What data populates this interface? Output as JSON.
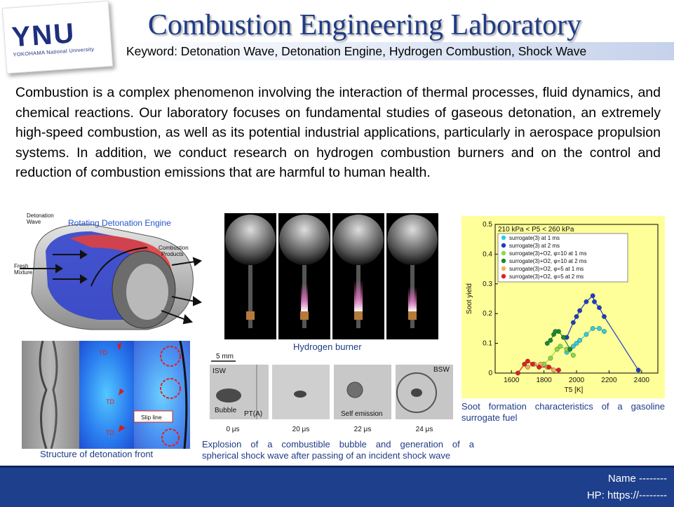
{
  "logo": {
    "text": "YNU",
    "subtitle": "YOKOHAMA National University"
  },
  "header": {
    "title": "Combustion Engineering Laboratory",
    "keywords": "Keyword: Detonation Wave, Detonation Engine, Hydrogen Combustion, Shock Wave"
  },
  "intro": "Combustion is a complex phenomenon involving the interaction of thermal processes, fluid dynamics, and chemical reactions. Our laboratory focuses on fundamental studies of gaseous detonation, an extremely high-speed combustion, as well as its potential industrial applications, particularly in aerospace propulsion systems. In addition, we conduct research on hydrogen combustion burners and on the control and reduction of combustion emissions that are harmful to human health.",
  "rde": {
    "title": "Rotating Detonation Engine",
    "label_detonation": "Detonation",
    "label_wave": "Wave",
    "label_fresh": "Fresh",
    "label_mixture": "Mixture",
    "label_combustion": "Combustion",
    "label_products": "Products"
  },
  "front": {
    "caption": "Structure of detonation front",
    "slip_line": "Slip line",
    "td1": "TD",
    "td2": "TD",
    "td3": "TD"
  },
  "hydrogen": {
    "caption": "Hydrogen burner"
  },
  "bubble": {
    "caption_line1": "Explosion of a combustible bubble and generation of a",
    "caption_line2": "spherical shock wave after passing of an incident shock wave",
    "scale": "5 mm",
    "isw": "ISW",
    "bubble_label": "Bubble",
    "pt": "PT(A)",
    "self_emission": "Self emission",
    "bsw": "BSW",
    "times": [
      "0 μs",
      "20 μs",
      "22 μs",
      "24 μs"
    ]
  },
  "soot": {
    "caption_line1": "Soot formation characteristics of a gasoline",
    "caption_line2": "surrogate fuel"
  },
  "chart_data": {
    "type": "scatter",
    "title": "210 kPa < P5 < 260 kPa",
    "xlabel": "T5 [K]",
    "ylabel": "Soot yield",
    "xlim": [
      1500,
      2500
    ],
    "ylim": [
      0,
      0.5
    ],
    "xticks": [
      "1600",
      "1800",
      "2000",
      "2200",
      "2400"
    ],
    "yticks": [
      "0",
      "0.1",
      "0.2",
      "0.3",
      "0.4",
      "0.5"
    ],
    "legend_position": "top-left",
    "background": "#ffff99",
    "series": [
      {
        "name": "surrogate(3) at 1 ms",
        "color": "#33ccdd",
        "points": [
          [
            1940,
            0.07
          ],
          [
            1980,
            0.09
          ],
          [
            2020,
            0.11
          ],
          [
            2060,
            0.13
          ],
          [
            2100,
            0.15
          ],
          [
            2140,
            0.15
          ],
          [
            2170,
            0.14
          ],
          [
            2000,
            0.1
          ],
          [
            1960,
            0.08
          ]
        ]
      },
      {
        "name": "surrogate(3) at 2 ms",
        "color": "#1e3cc8",
        "points": [
          [
            1940,
            0.12
          ],
          [
            1980,
            0.17
          ],
          [
            2020,
            0.21
          ],
          [
            2060,
            0.24
          ],
          [
            2100,
            0.26
          ],
          [
            2140,
            0.22
          ],
          [
            2170,
            0.19
          ],
          [
            2380,
            0.01
          ],
          [
            2000,
            0.19
          ],
          [
            2110,
            0.24
          ]
        ]
      },
      {
        "name": "surrogate(3)+O2, φ=10 at 1 ms",
        "color": "#88dd44",
        "points": [
          [
            1800,
            0.03
          ],
          [
            1840,
            0.05
          ],
          [
            1880,
            0.08
          ],
          [
            1900,
            0.09
          ],
          [
            1940,
            0.08
          ],
          [
            1980,
            0.06
          ]
        ]
      },
      {
        "name": "surrogate(3)+O2, φ=10 at 2 ms",
        "color": "#1a8a2a",
        "points": [
          [
            1820,
            0.1
          ],
          [
            1860,
            0.13
          ],
          [
            1890,
            0.14
          ],
          [
            1920,
            0.12
          ],
          [
            1960,
            0.08
          ],
          [
            1840,
            0.11
          ],
          [
            1870,
            0.14
          ]
        ]
      },
      {
        "name": "surrogate(3)+O2, φ=5 at 1 ms",
        "color": "#f0b060",
        "points": [
          [
            1700,
            0.02
          ],
          [
            1740,
            0.03
          ],
          [
            1780,
            0.03
          ],
          [
            1820,
            0.02
          ],
          [
            1860,
            0.01
          ]
        ]
      },
      {
        "name": "surrogate(3)+O2, φ=5 at 2 ms",
        "color": "#e02020",
        "points": [
          [
            1640,
            0.0
          ],
          [
            1680,
            0.03
          ],
          [
            1700,
            0.04
          ],
          [
            1730,
            0.03
          ],
          [
            1770,
            0.02
          ],
          [
            1830,
            0.02
          ],
          [
            1890,
            0.01
          ]
        ]
      }
    ]
  },
  "footer": {
    "name": "Name     --------",
    "hp": "HP: https://--------"
  }
}
